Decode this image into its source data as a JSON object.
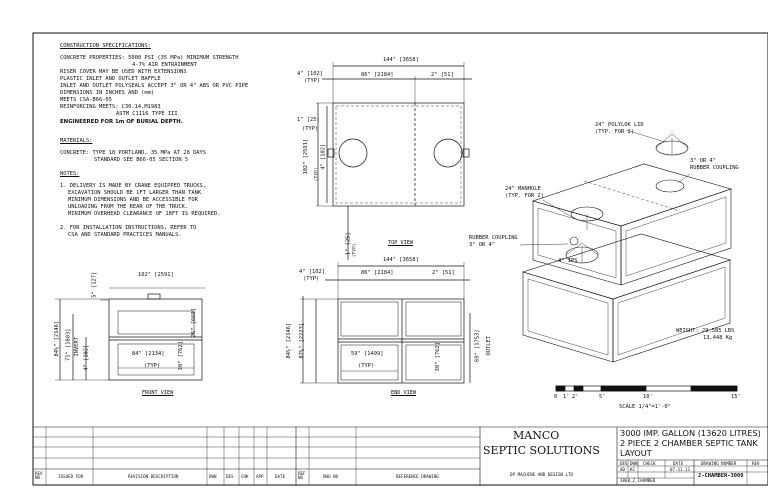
{
  "specs": {
    "heading": "CONSTRUCTION SPECIFICATIONS:",
    "lines": [
      "CONCRETE PROPERTIES: 5000 PSI (35 MPa) MINIMUM STRENGTH",
      "4-7% AIR ENTRAINMENT",
      "RISER COVER MAY BE USED WITH EXTENSIONS",
      "PLASTIC INLET AND OUTLET BAFFLE",
      "INLET AND OUTLET POLYSEALS ACCEPT 3\" OR 4\" ABS OR PVC PIPE",
      "DIMENSIONS IN INCHES AND (mm)",
      "MEETS CSA-B66-05",
      "REINFORCING MEETS: C30.14.M1983",
      "ASTM C1116 TYPE III"
    ],
    "bold_line": "ENGINEERED FOR 1m OF BURIAL DEPTH.",
    "materials_heading": "MATERIALS:",
    "materials": [
      "CONCRETE:   TYPE 10 PORTLAND, 35 MPa AT 28 DAYS",
      "STANDARD SEE B66-05 SECTION 5"
    ],
    "notes_heading": "NOTES:",
    "notes": [
      "1. DELIVERY IS MADE BY CRANE EQUIPPED TRUCKS,",
      "EXCAVATION SHOULD BE 1FT LARGER THAN TANK",
      "MINIMUM DIMENSIONS AND BE ACCESSIBLE FOR",
      "UNLOADING FROM THE REAR OF THE TRUCK.",
      "MINIMUM OVERHEAD CLEARANCE OF 18FT IS REQUIRED.",
      "2. FOR INSTALLATION INSTRUCTIONS, REFER TO",
      "CSA AND STANDARD PRACTICES MANUALS."
    ]
  },
  "top_view": {
    "title": "TOP VIEW",
    "overall": "144\" [3658]",
    "left": "4\" [102]",
    "mid": "86\" [2184]",
    "right": "2\" [51]",
    "typ": "(TYP)",
    "side_top": "1\" [25]",
    "height": "102\" [2591]",
    "inner": "4\" [102]",
    "bottom": "1\" [25]"
  },
  "front_view": {
    "title": "FRONT VIEW",
    "width": "102\" [2591]",
    "riser": "5\" [127]",
    "overall_h": "84½\" [2146]",
    "invert": "71\" [1803]",
    "invert_label": "INVERT",
    "wall": "4\" [102]",
    "upper": "26\" [660]",
    "bottom_w": "84\" [2134]",
    "lower": "30\" [762]",
    "typ": "(TYP)"
  },
  "end_view": {
    "title": "END VIEW",
    "overall": "144\" [3658]",
    "left": "4\" [102]",
    "mid": "86\" [2184]",
    "right": "2\" [51]",
    "typ": "(TYP)",
    "overall_h": "84½\" [2146]",
    "outer_h": "87½\" [2223]",
    "bottom_w": "59\" [1499]",
    "lower": "30\" [762]",
    "outlet": "69\" [1753]",
    "outlet_label": "OUTLET"
  },
  "iso": {
    "lid": "24\" POLYLOK LID",
    "lid_typ": "(TYP. FOR 2)",
    "pipe": "3\" OR 4\"",
    "coupling": "RUBBER COUPLING",
    "manhole": "24\" MANHOLE",
    "manhole_typ": "(TYP. FOR 2)",
    "rc": "RUBBER COUPLING",
    "rc2": "3\" OR 4\"",
    "ips": "4\" IPS",
    "weight1": "WEIGHT: 29,585 LBS",
    "weight2": "13,448 Kg"
  },
  "scale": {
    "ticks": [
      "0",
      "1'",
      "2'",
      "5'",
      "10'",
      "15'"
    ],
    "label": "SCALE 1/4\"=1'-0\""
  },
  "title_block": {
    "company1": "MANCO",
    "company2": "SEPTIC SOLUTIONS",
    "title1": "3000 IMP. GALLON (13620 LITRES)",
    "title2": "2 PIECE 2 CHAMBER SEPTIC TANK",
    "title3": "LAYOUT",
    "h_des": "DES",
    "h_dwn": "DWN",
    "h_check": "CHECK",
    "h_date": "DATE",
    "v_des": "AD",
    "v_dwn": "KC",
    "v_date": "07.11.11",
    "h_drawing_number": "DRAWING NUMBER",
    "h_rev": "REV",
    "drawing_number": "2-CHAMBER-3000",
    "file": "3000_2_CHAMBER",
    "designer": "DP MACHINE AND DESIGN LTD",
    "col_rev": "REV\nNO",
    "col_issued": "ISSUED FOR",
    "col_desc": "REVISION DESCRIPTION",
    "col_dwn": "DWN",
    "col_des": "DES",
    "col_chk": "CHK",
    "col_app": "APP",
    "col_date": "DATE",
    "col_ref": "REF\nNO",
    "col_dwg": "DWG NO",
    "col_refdwg": "REFERENCE DRAWING"
  }
}
